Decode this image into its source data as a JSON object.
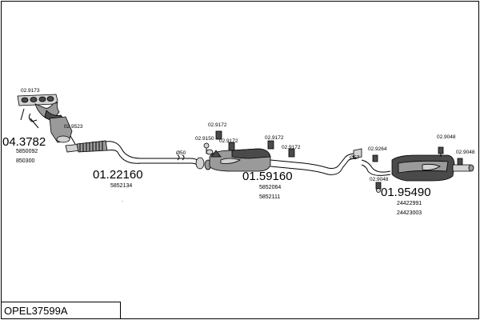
{
  "diagram": {
    "code": "OPEL37599A",
    "parts": [
      {
        "id": "manifold",
        "number": "04.3782",
        "refs": [
          "5850092",
          "850300"
        ]
      },
      {
        "id": "front-pipe",
        "number": "01.22160",
        "refs": [
          "5852134"
        ]
      },
      {
        "id": "middle-silencer",
        "number": "01.59160",
        "refs": [
          "5852064",
          "5852111"
        ]
      },
      {
        "id": "rear-silencer",
        "number": "01.95490",
        "refs": [
          "24422991",
          "24423003"
        ]
      }
    ],
    "accessories": [
      {
        "id": "acc-manifold-gasket",
        "label": "02.9173"
      },
      {
        "id": "acc-manifold-bolt",
        "label": "02.9523"
      },
      {
        "id": "acc-clamp-50",
        "label": "Ø50"
      },
      {
        "id": "acc-middle-1",
        "label": "02.9172"
      },
      {
        "id": "acc-middle-2",
        "label": "02.9150"
      },
      {
        "id": "acc-middle-3",
        "label": "02.9172"
      },
      {
        "id": "acc-middle-4",
        "label": "02.9172"
      },
      {
        "id": "acc-middle-5",
        "label": "02.9172"
      },
      {
        "id": "acc-rear-clamp",
        "label": "Ø57"
      },
      {
        "id": "acc-rear-1",
        "label": "02.9264"
      },
      {
        "id": "acc-rear-2",
        "label": "02.9048"
      },
      {
        "id": "acc-rear-3",
        "label": "02.9048"
      },
      {
        "id": "acc-rear-4",
        "label": "02.9048"
      }
    ]
  }
}
